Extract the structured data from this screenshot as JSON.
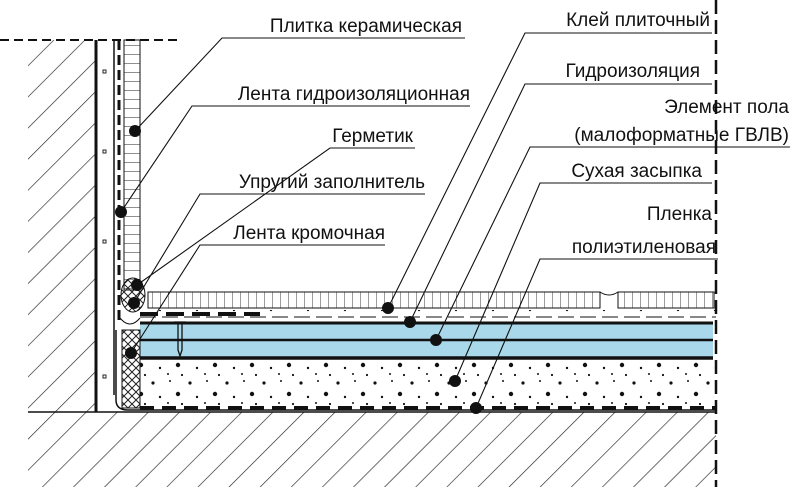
{
  "labels": {
    "ceramic_tile": "Плитка керамическая",
    "waterproofing_tape": "Лента гидроизоляционная",
    "sealant": "Герметик",
    "elastic_filler": "Упругий заполнитель",
    "edge_tape": "Лента кромочная",
    "tile_adhesive": "Клей плиточный",
    "waterproofing": "Гидроизоляция",
    "floor_element_line1": "Элемент пола",
    "floor_element_line2": "(малоформатные ГВЛВ)",
    "dry_backfill": "Сухая засыпка",
    "pe_film_line1": "Пленка",
    "pe_film_line2": "полиэтиленовая"
  },
  "colors": {
    "gvlv_fill": "#a8d8ea",
    "line": "#111111"
  }
}
